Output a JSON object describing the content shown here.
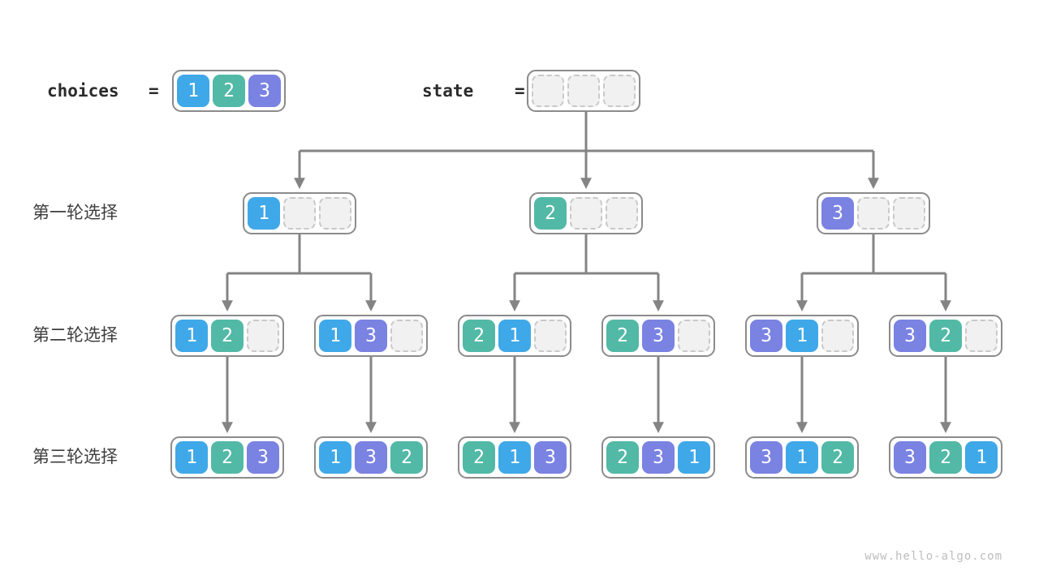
{
  "header": {
    "choices_label": "choices",
    "choices_equals": "=",
    "choices_values": [
      "1",
      "2",
      "3"
    ],
    "state_label": "state",
    "state_equals": "=",
    "state_empty_cells": 3
  },
  "rows": [
    {
      "label": "第一轮选择",
      "nodes": [
        [
          "1",
          null,
          null
        ],
        [
          "2",
          null,
          null
        ],
        [
          "3",
          null,
          null
        ]
      ]
    },
    {
      "label": "第二轮选择",
      "nodes": [
        [
          "1",
          "2",
          null
        ],
        [
          "1",
          "3",
          null
        ],
        [
          "2",
          "1",
          null
        ],
        [
          "2",
          "3",
          null
        ],
        [
          "3",
          "1",
          null
        ],
        [
          "3",
          "2",
          null
        ]
      ]
    },
    {
      "label": "第三轮选择",
      "nodes": [
        [
          "1",
          "2",
          "3"
        ],
        [
          "1",
          "3",
          "2"
        ],
        [
          "2",
          "1",
          "3"
        ],
        [
          "2",
          "3",
          "1"
        ],
        [
          "3",
          "1",
          "2"
        ],
        [
          "3",
          "2",
          "1"
        ]
      ]
    }
  ],
  "colors": {
    "value_1": "#3fa8e8",
    "value_2": "#52b9a6",
    "value_3": "#7a82e2",
    "connector": "#848484",
    "node_border": "#8b8b8b"
  },
  "watermark": "www.hello-algo.com"
}
